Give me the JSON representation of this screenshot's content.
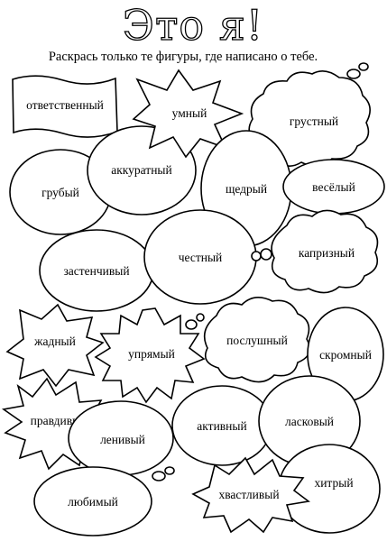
{
  "title": "Это я!",
  "instruction": "Раскрась только те фигуры, где написано о тебе.",
  "words": {
    "responsible": "ответственный",
    "smart": "умный",
    "sad": "грустный",
    "neat": "аккуратный",
    "rude": "грубый",
    "generous": "щедрый",
    "cheerful": "весёлый",
    "capricious": "капризный",
    "honest": "честный",
    "shy": "застенчивый",
    "greedy": "жадный",
    "stubborn": "упрямый",
    "obedient": "послушный",
    "modest": "скромный",
    "truthful": "правдивый",
    "lazy": "ленивый",
    "active": "активный",
    "gentle": "ласковый",
    "boastful": "хвастливый",
    "cunning": "хитрый",
    "beloved": "любимый"
  }
}
